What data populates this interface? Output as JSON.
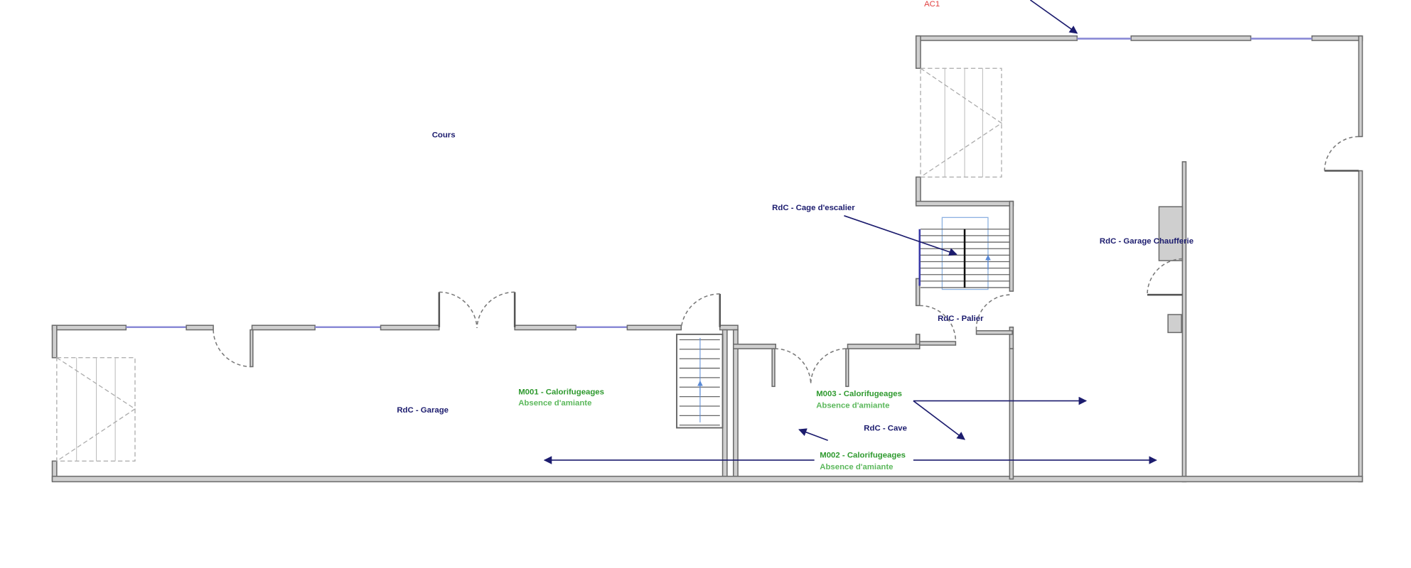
{
  "plan": {
    "ref_label": "AC1",
    "rooms": {
      "cours": "Cours",
      "cage_escalier": "RdC - Cage d'escalier",
      "garage_chaufferie": "RdC - Garage Chaufferie",
      "palier": "RdC - Palier",
      "garage": "RdC - Garage",
      "cave": "RdC - Cave"
    },
    "materials": [
      {
        "code": "M001 - Calorifugeages",
        "result": "Absence d'amiante"
      },
      {
        "code": "M002 - Calorifugeages",
        "result": "Absence d'amiante"
      },
      {
        "code": "M003 - Calorifugeages",
        "result": "Absence d'amiante"
      }
    ],
    "colors": {
      "room_label": "#1c1c6e",
      "material": "#2f9a2f",
      "reference": "#e04040",
      "wall": "#cfcfcf"
    }
  }
}
